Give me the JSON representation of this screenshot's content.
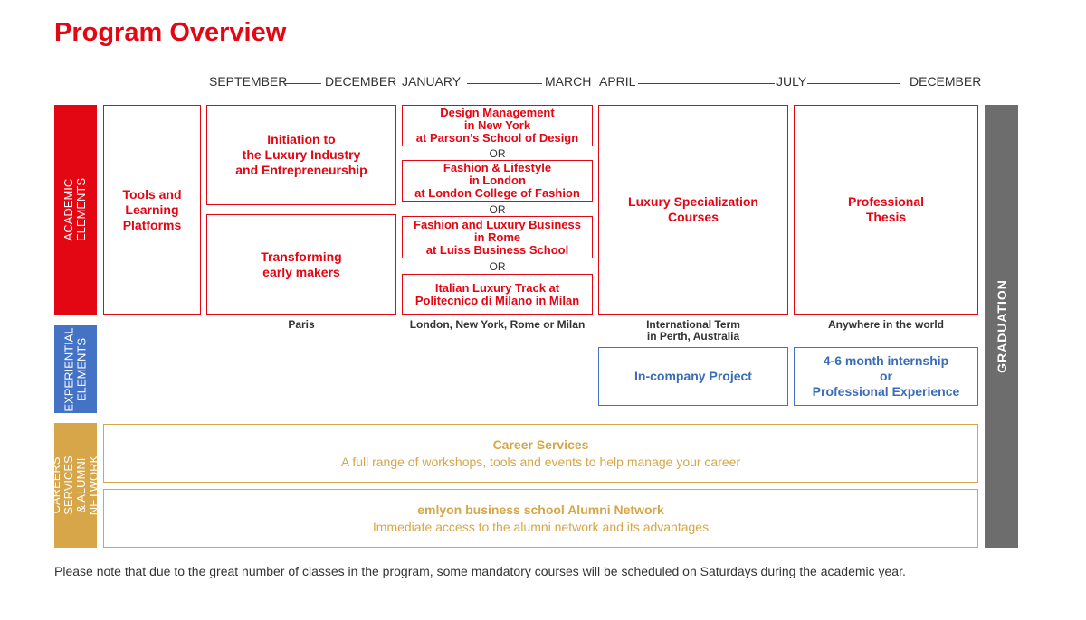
{
  "title": "Program Overview",
  "timeline": {
    "september": "SEPTEMBER",
    "december1": "DECEMBER",
    "january": "JANUARY",
    "march": "MARCH",
    "april": "APRIL",
    "july": "JULY",
    "december2": "DECEMBER"
  },
  "bands": {
    "academic": "ACADEMIC\nELEMENTS",
    "experiential": "EXPERIENTIAL\nELEMENTS",
    "careers": "CAREERS SERVICES\n& ALUMNI NETWORK",
    "graduation": "GRADUATION"
  },
  "academic": {
    "tools": "Tools and\nLearning\nPlatforms",
    "initiation": "Initiation to\nthe Luxury Industry\nand Entrepreneurship",
    "transforming": "Transforming\nearly makers",
    "options": [
      "Design Management\nin New York\nat Parson’s School of Design",
      "Fashion & Lifestyle\nin London\nat London College of Fashion",
      "Fashion and Luxury Business\nin Rome\nat Luiss Business School",
      "Italian Luxury Track at\nPolitecnico di Milano in Milan"
    ],
    "or_label": "OR",
    "specialization": "Luxury Specialization\nCourses",
    "thesis": "Professional\nThesis"
  },
  "locations": {
    "paris": "Paris",
    "abroad": "London, New York, Rome or Milan",
    "perth": "International Term\nin Perth, Australia",
    "anywhere": "Anywhere in the world"
  },
  "experiential": {
    "project": "In-company Project",
    "internship": "4-6 month internship\nor\nProfessional Experience"
  },
  "careers": {
    "services_title": "Career Services",
    "services_desc": "A full range of workshops, tools and events to help manage your career",
    "alumni_title": "emlyon business school Alumni Network",
    "alumni_desc": "Immediate access to the alumni network and its advantages"
  },
  "note": "Please note that due to the great number of classes in the program, some mandatory courses will be scheduled on Saturdays during the academic year."
}
